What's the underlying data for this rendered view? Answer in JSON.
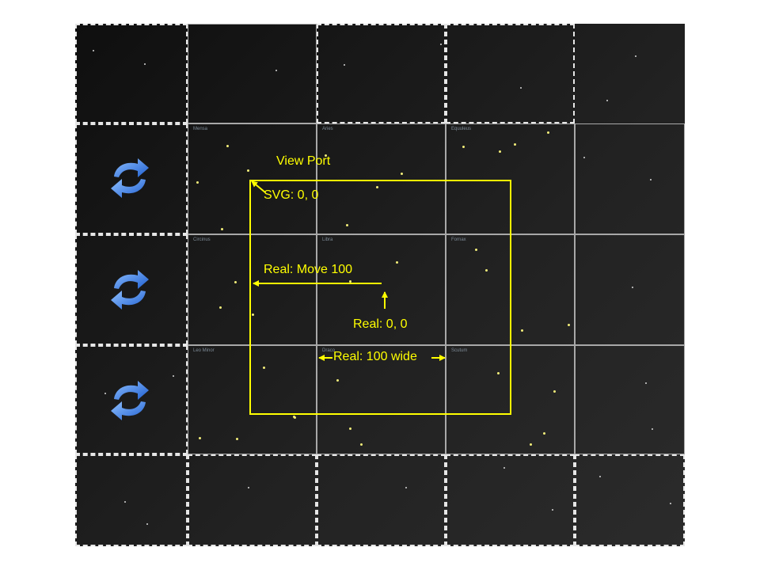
{
  "tiles": {
    "labels": {
      "mensa": "Mensa",
      "aries": "Aries",
      "equuleus": "Equuleus",
      "circinus": "Circinus",
      "libra": "Libra",
      "fornax": "Fornax",
      "leo_minor": "Leo Minor",
      "draco": "Draco",
      "scutum": "Scutum"
    }
  },
  "icons": [
    "refresh-icon",
    "refresh-icon",
    "refresh-icon"
  ],
  "annotations": {
    "viewport": "View Port",
    "svg_origin": "SVG: 0, 0",
    "real_move": "Real: Move 100",
    "real_origin": "Real: 0, 0",
    "real_wide": "Real: 100 wide"
  },
  "colors": {
    "annotation": "#ffff00",
    "star_highlight": "#f4ef7a",
    "tile_border_dashed": "#e6e6e6",
    "tile_border_solid": "#a8a8a8",
    "refresh_icon": "#3a7fe0"
  }
}
